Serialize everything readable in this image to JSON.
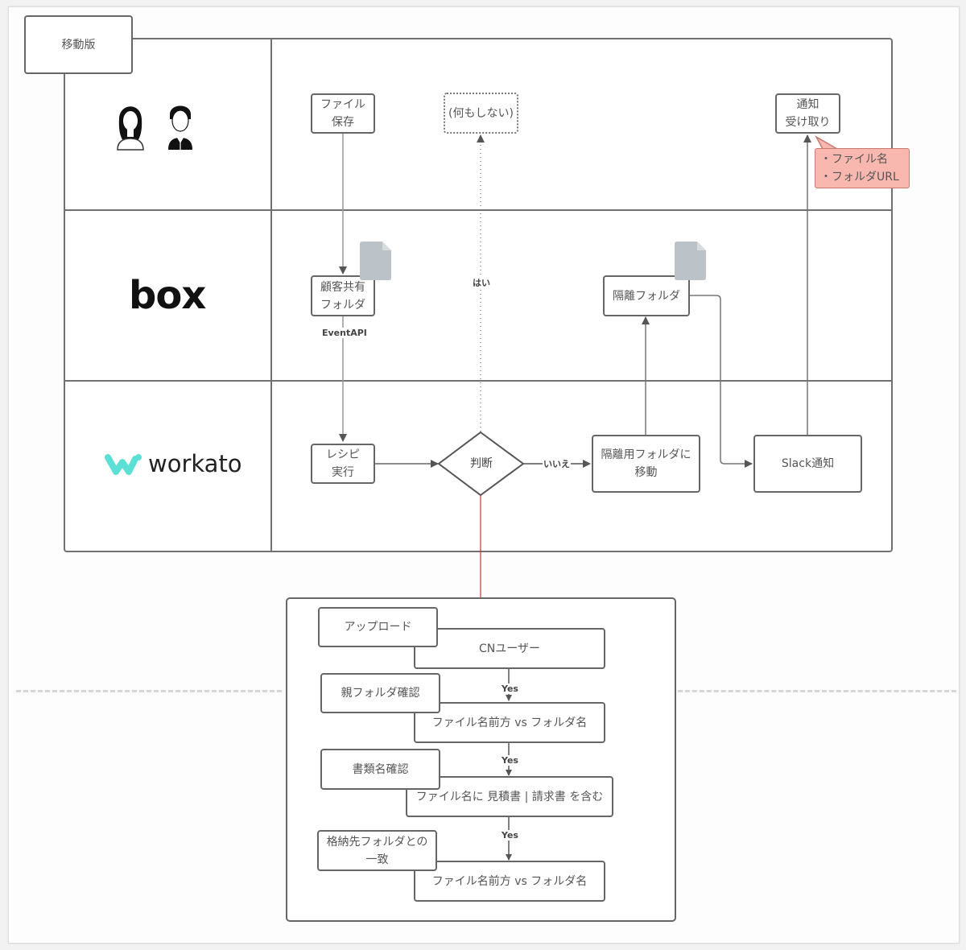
{
  "diagram": {
    "version_tab": "移動版",
    "lanes": [
      {
        "name": "user",
        "icon": "users-icon",
        "description": "female and male user avatars"
      },
      {
        "name": "box",
        "logo_text": "box"
      },
      {
        "name": "workato",
        "logo_text": "workato",
        "brand_color": "#5ce0d6"
      }
    ],
    "nodes": {
      "file_save": "ファイル\n保存",
      "do_nothing": "(何もしない)",
      "receive_notification": "通知\n受け取り",
      "notification_note": "・ファイル名\n・フォルダURL",
      "customer_shared_folder": "顧客共有\nフォルダ",
      "quarantine_folder": "隔離フォルダ",
      "recipe_run": "レシピ\n実行",
      "decision": "判断",
      "move_to_quarantine": "隔離用フォルダに\n移動",
      "slack_notify": "Slack通知"
    },
    "edge_labels": {
      "event_api": "EventAPI",
      "yes": "はい",
      "no": "いいえ"
    },
    "conditions": {
      "rows": [
        {
          "label": "アップロード",
          "value": "CNユーザー"
        },
        {
          "label": "親フォルダ確認",
          "value": "ファイル名前方 vs フォルダ名"
        },
        {
          "label": "書類名確認",
          "value": "ファイル名に 見積書 | 請求書 を含む"
        },
        {
          "label": "格納先フォルダとの\n一致",
          "value": "ファイル名前方 vs フォルダ名"
        }
      ],
      "yes_label": "Yes"
    },
    "colors": {
      "note_fill": "#f8b8b0",
      "connector_red": "#cc3333",
      "workato_teal": "#5ce0d6",
      "file_icon": "#bcc3c8"
    }
  }
}
